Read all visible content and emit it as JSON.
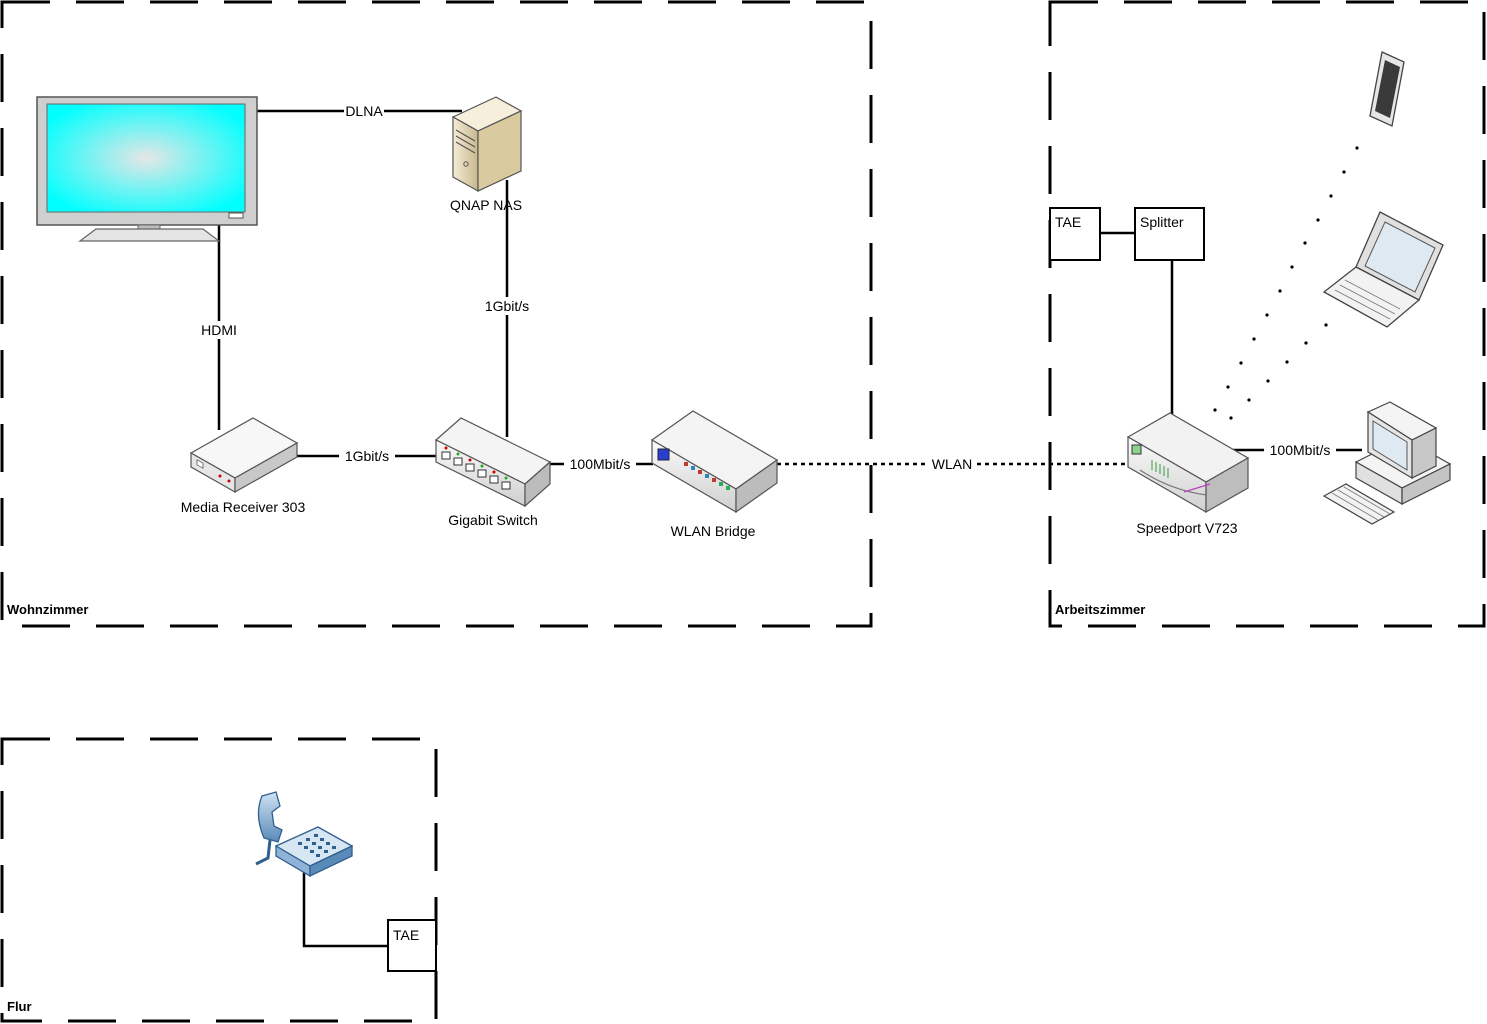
{
  "rooms": {
    "wohnzimmer": "Wohnzimmer",
    "arbeitszimmer": "Arbeitszimmer",
    "flur": "Flur"
  },
  "devices": {
    "tv": "tv-monitor-icon",
    "nas": "QNAP NAS",
    "media_receiver": "Media Receiver 303",
    "gigabit_switch": "Gigabit Switch",
    "wlan_bridge": "WLAN Bridge",
    "speedport": "Speedport V723",
    "tae_arbeitszimmer": "TAE",
    "splitter": "Splitter",
    "tae_flur": "TAE"
  },
  "links": {
    "tv_nas": "DLNA",
    "tv_receiver": "HDMI",
    "nas_switch": "1Gbit/s",
    "receiver_switch": "1Gbit/s",
    "switch_bridge": "100Mbit/s",
    "bridge_speedport": "WLAN",
    "speedport_pc": "100Mbit/s"
  },
  "icons": [
    "tv-monitor-icon",
    "server-icon",
    "set-top-box-icon",
    "switch-icon",
    "wlan-bridge-icon",
    "router-icon",
    "smartphone-icon",
    "laptop-icon",
    "desktop-pc-icon",
    "telephone-icon"
  ],
  "colors": {
    "screen": "#00ffff",
    "tower": "#e8dcc0",
    "phone": "#5a8ab8"
  }
}
